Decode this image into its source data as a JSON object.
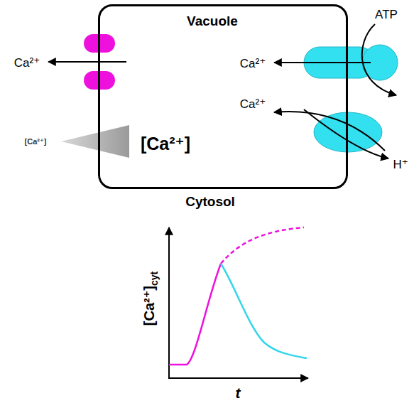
{
  "diagram": {
    "nodes": [
      {
        "text": [
          "Vacuole",
          "[Ca²⁺]"
        ]
      }
    ],
    "labels": [
      "Cytosol",
      "Ca²⁺",
      "[Ca²⁺]",
      "ATP",
      "Ca²⁺",
      "Ca²⁺",
      "H⁺",
      "[Ca²⁺]",
      "cyt",
      "t"
    ]
  }
}
